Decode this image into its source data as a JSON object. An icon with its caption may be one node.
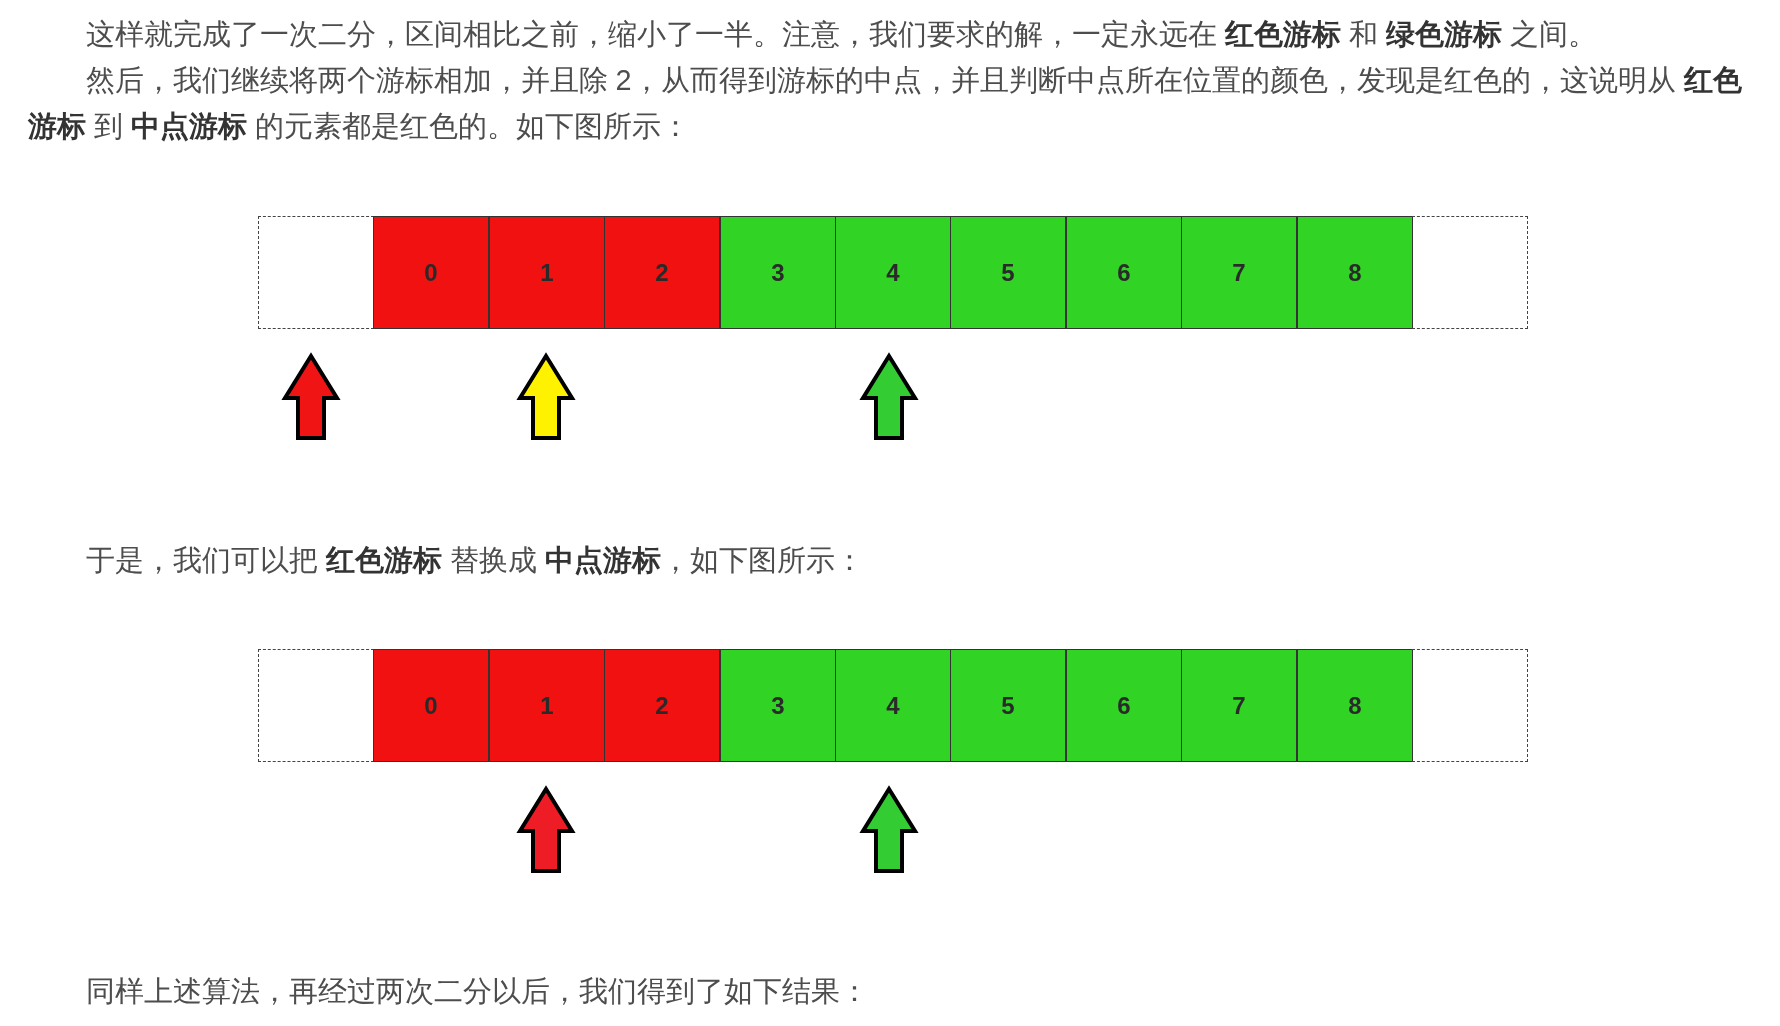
{
  "diagram": {
    "nodes": [
      {
        "text": [],
        "shape": "box"
      },
      {
        "text": [
          "0"
        ]
      },
      {
        "text": [
          "1"
        ]
      },
      {
        "text": [
          "2"
        ]
      },
      {
        "text": [
          "3"
        ]
      },
      {
        "text": [
          "4"
        ]
      },
      {
        "text": [
          "5"
        ]
      },
      {
        "text": [
          "6"
        ]
      },
      {
        "text": [
          "7"
        ]
      },
      {
        "text": [
          "8"
        ]
      },
      {
        "text": [],
        "shape": "box"
      },
      {
        "text": [],
        "shape": "arrow"
      },
      {
        "text": [],
        "shape": "arrow"
      },
      {
        "text": [],
        "shape": "arrow"
      },
      {
        "text": [],
        "shape": "box"
      },
      {
        "text": [
          "0"
        ]
      },
      {
        "text": [
          "1"
        ]
      },
      {
        "text": [
          "2"
        ]
      },
      {
        "text": [
          "3"
        ]
      },
      {
        "text": [
          "4"
        ]
      },
      {
        "text": [
          "5"
        ]
      },
      {
        "text": [
          "6"
        ]
      },
      {
        "text": [
          "7"
        ]
      },
      {
        "text": [
          "8"
        ]
      },
      {
        "text": [],
        "shape": "box"
      },
      {
        "text": [],
        "shape": "arrow"
      },
      {
        "text": [],
        "shape": "arrow"
      }
    ],
    "labels": [
      "这样就完成了一次二分，区间相比之前，缩小了一半。注意，我们要求的解，一定永远在 **红色游标** 和 **绿色游标** 之间。",
      "然后，我们继续将两个游标相加，并且除 2，从而得到游标的中点，并且判断中点所在位置的颜色，发现是红色的，这说明从 **红色游标** 到 **中点游标** 的元素都是红色的。如下图所示：",
      "于是，我们可以把 **红色游标** 替换成 **中点游标**，如下图所示：",
      "同样上述算法，再经过两次二分以后，我们得到了如下结果："
    ]
  }
}
